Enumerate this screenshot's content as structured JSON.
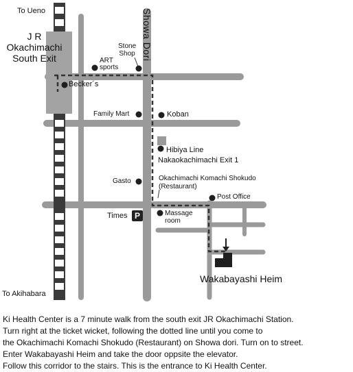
{
  "labels": {
    "to_ueno": "To Ueno",
    "to_akihabara": "To Akihabara",
    "station_line1": "J R",
    "station_line2": "Okachimachi",
    "station_line3": "South Exit",
    "showa_dori": "Showa Dori",
    "stone_shop_line1": "Stone",
    "stone_shop_line2": "Shop",
    "art_sports_line1": "ART",
    "art_sports_line2": "sports",
    "beckers": "Becker´s",
    "family_mart": "Family Mart",
    "koban": "Koban",
    "hibiya_line1": "Hibiya Line",
    "hibiya_line2": "Nakaokachimachi Exit 1",
    "gasto": "Gasto",
    "komachi_line1": "Okachimachi Komachi Shokudo",
    "komachi_line2": "(Restaurant)",
    "post_office": "Post Office",
    "times": "Times",
    "parking": "P",
    "massage_line1": "Massage",
    "massage_line2": "room",
    "wakabayashi": "Wakabayashi Heim"
  },
  "directions": [
    "Ki Health Center  is a 7 minute walk from the south exit JR Okachimachi Station.",
    "Turn right at the ticket wicket, following the dotted line until you come to",
    "the Okachimachi Komachi Shokudo (Restaurant) on Showa dori. Turn on to street.",
    "Enter Wakabayashi Heim and take the door oppsite the elevator.",
    "Follow this corridor to the stairs. This is the entrance to Ki Health Center."
  ],
  "icons": {
    "landmark": "dot-marker-icon",
    "destination": "arrow-down-icon",
    "parking": "parking-icon"
  },
  "colors": {
    "road": "#9a9a9a",
    "station": "#a3a3a3",
    "rail_dark": "#3a3a3a",
    "route": "#333333",
    "building": "#1f1f1f"
  }
}
